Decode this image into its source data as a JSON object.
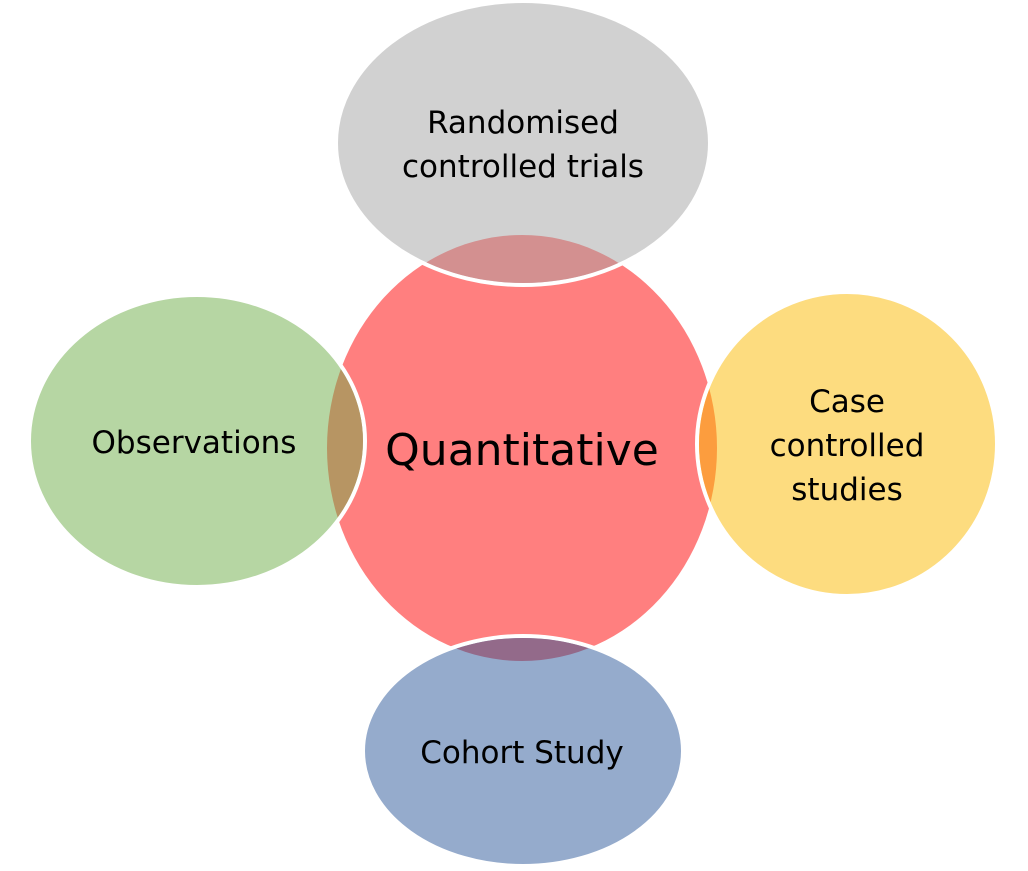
{
  "diagram": {
    "type": "radial-venn",
    "center": {
      "label": "Quantitative",
      "color": "#FF7F7F"
    },
    "nodes": [
      {
        "id": "top",
        "lines": [
          "Randomised",
          "controlled trials"
        ],
        "color": "#D1D1D1",
        "overlap_color": "#D39090"
      },
      {
        "id": "right",
        "lines": [
          "Case",
          "controlled",
          "studies"
        ],
        "color": "#FDDC7F",
        "overlap_color": "#FC9D3E"
      },
      {
        "id": "bottom",
        "lines": [
          "Cohort Study"
        ],
        "color": "#95ABCC",
        "overlap_color": "#936A8A"
      },
      {
        "id": "left",
        "lines": [
          "Observations"
        ],
        "color": "#B6D6A3",
        "overlap_color": "#B79563"
      }
    ],
    "outline_color": "#FFFFFF"
  }
}
